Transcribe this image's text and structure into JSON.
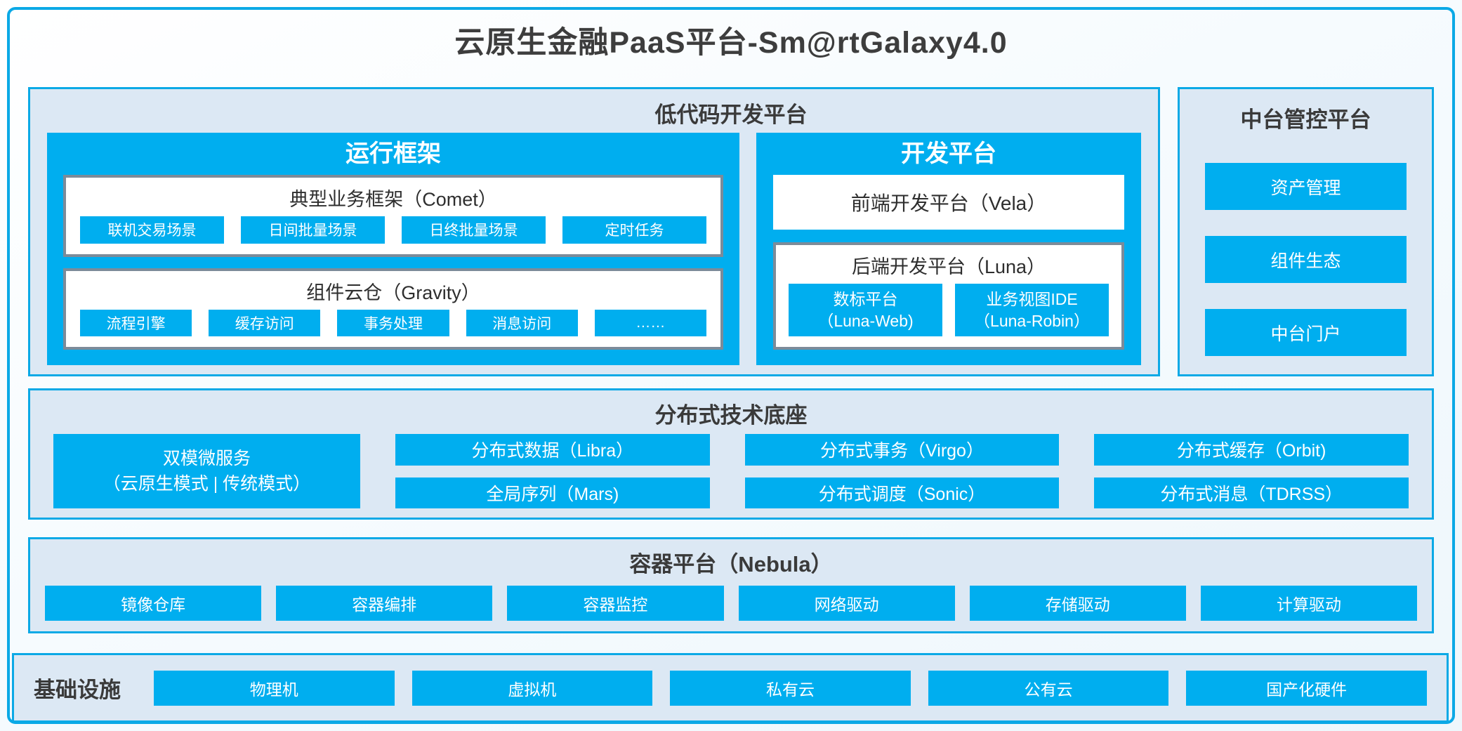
{
  "title": "云原生金融PaaS平台-Sm@rtGalaxy4.0",
  "colors": {
    "accent_cyan": "#00aeef",
    "panel_bg": "#dce8f4",
    "border_blue": "#0ba9e6",
    "inner_box_border_gray": "#7c8b99",
    "dark_text": "#3d3d3d"
  },
  "low_code": {
    "label": "低代码开发平台",
    "runtime": {
      "label": "运行框架",
      "comet": {
        "label": "典型业务框架（Comet）",
        "items": [
          "联机交易场景",
          "日间批量场景",
          "日终批量场景",
          "定时任务"
        ]
      },
      "gravity": {
        "label": "组件云仓（Gravity）",
        "items": [
          "流程引擎",
          "缓存访问",
          "事务处理",
          "消息访问",
          "……"
        ]
      }
    },
    "dev": {
      "label": "开发平台",
      "vela_label": "前端开发平台（Vela）",
      "luna": {
        "label": "后端开发平台（Luna）",
        "items": [
          {
            "line1": "数标平台",
            "line2": "（Luna-Web)"
          },
          {
            "line1": "业务视图IDE",
            "line2": "（Luna-Robin）"
          }
        ]
      }
    }
  },
  "mid_platform": {
    "label": "中台管控平台",
    "items": [
      "资产管理",
      "组件生态",
      "中台门户"
    ]
  },
  "distributed": {
    "label": "分布式技术底座",
    "dual_mode": {
      "line1": "双模微服务",
      "line2": "（云原生模式 | 传统模式）"
    },
    "columns": [
      {
        "top": "分布式数据（Libra）",
        "bottom": "全局序列（Mars)"
      },
      {
        "top": "分布式事务（Virgo）",
        "bottom": "分布式调度（Sonic）"
      },
      {
        "top": "分布式缓存（Orbit)",
        "bottom": "分布式消息（TDRSS）"
      }
    ]
  },
  "container_platform": {
    "label": "容器平台（Nebula）",
    "items": [
      "镜像仓库",
      "容器编排",
      "容器监控",
      "网络驱动",
      "存储驱动",
      "计算驱动"
    ]
  },
  "infrastructure": {
    "label": "基础设施",
    "items": [
      "物理机",
      "虚拟机",
      "私有云",
      "公有云",
      "国产化硬件"
    ]
  }
}
